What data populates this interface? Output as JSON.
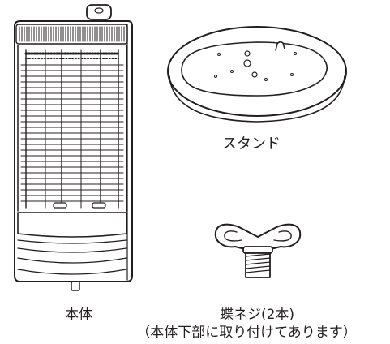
{
  "labels": {
    "stand": "スタンド",
    "body": "本体",
    "screw_name": "蝶ネジ(2本)",
    "screw_note": "（本体下部に取り付けてあります）"
  },
  "colors": {
    "line": "#231f20",
    "fill": "#ffffff"
  }
}
